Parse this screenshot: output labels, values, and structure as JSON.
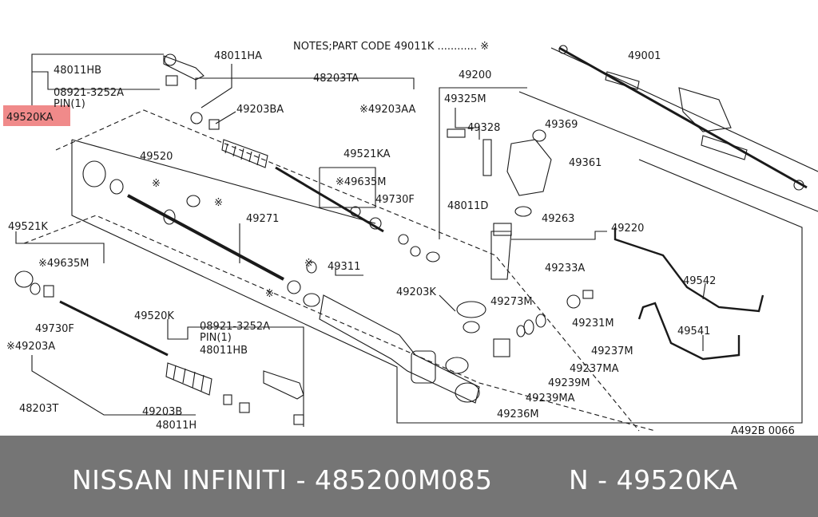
{
  "labels": {
    "notes": "NOTES;PART CODE  49011K ............ ※",
    "p49001": "49001",
    "p48011HA": "48011HA",
    "p48011HB_top": "48011HB",
    "p08921_top": "08921-3252A",
    "pin_top": "PIN(1)",
    "p49520KA": "49520KA",
    "p48203TA": "48203TA",
    "p49203BA": "49203BA",
    "p49203AA": "※49203AA",
    "p49200": "49200",
    "p49325M": "49325M",
    "p49328": "49328",
    "p49369": "49369",
    "p49361": "49361",
    "p48011D": "48011D",
    "p49263": "49263",
    "p49220": "49220",
    "p49520": "49520",
    "p49521KA": "49521KA",
    "p49635M_a": "※49635M",
    "p49730F_a": "49730F",
    "p49271": "49271",
    "p49521K": "49521K",
    "p49635M_b": "※49635M",
    "p49730F_b": "49730F",
    "p49203A": "※49203A",
    "p48203T": "48203T",
    "p49520K": "49520K",
    "p08921_bot": "08921-3252A",
    "pin_bot": "PIN(1)",
    "p48011HB_bot": "48011HB",
    "p49203B": "49203B",
    "p48011H": "48011H",
    "p49311": "49311",
    "p49203K": "49203K",
    "p49273M": "49273M",
    "p49233A": "49233A",
    "p49231M": "49231M",
    "p49542": "49542",
    "p49541": "49541",
    "p49237M": "49237M",
    "p49237MA": "49237MA",
    "p49239M": "49239M",
    "p49239MA": "49239MA",
    "p49236M": "49236M",
    "diagram_code": "A492B 0066",
    "star": "※"
  },
  "footer": {
    "left": "NISSAN  INFINITI - 485200M085",
    "right": "N - 49520KA"
  },
  "colors": {
    "highlight": "#f08a8a",
    "footer_bg": "#757575",
    "ink": "#1a1a1a"
  }
}
